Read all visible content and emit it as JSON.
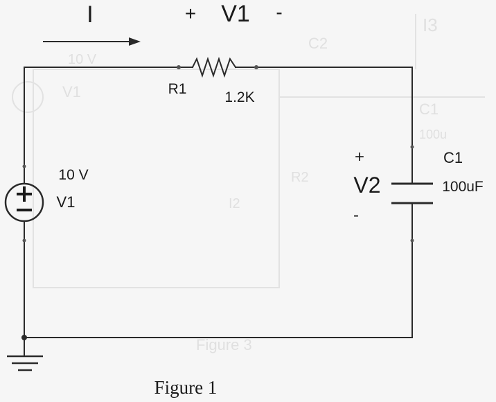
{
  "current": {
    "label": "I"
  },
  "resistor": {
    "name": "R1",
    "value": "1.2K",
    "voltage_label": "V1",
    "plus": "+",
    "minus": "-"
  },
  "source": {
    "name": "V1",
    "value": "10 V"
  },
  "capacitor": {
    "name": "C1",
    "value": "100uF",
    "voltage_label": "V2",
    "plus": "+",
    "minus": "-"
  },
  "caption": "Figure 1",
  "ghost_text": [
    "I3",
    "C2",
    "10 V",
    "V1",
    "C1",
    "100u",
    "R2",
    "I2",
    "Figure 3"
  ],
  "colors": {
    "wire": "#2a2a2a",
    "ink": "#1a1a1a",
    "ghost": "#e0e0e0",
    "paper": "#f6f6f6"
  }
}
